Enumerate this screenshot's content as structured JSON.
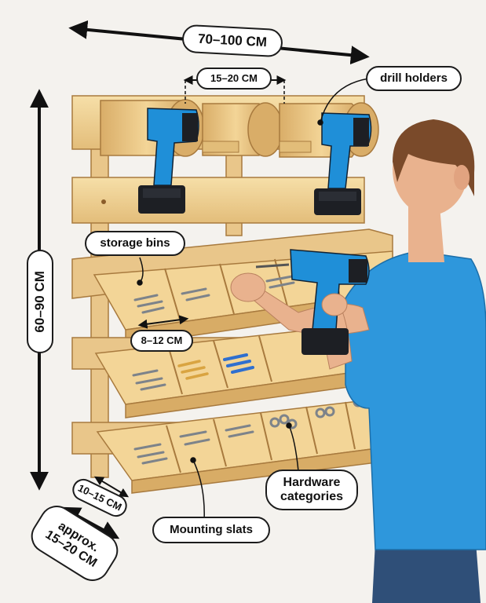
{
  "colors": {
    "background": "#f4f2ee",
    "wood_light": "#f1d79e",
    "wood_mid": "#e2bd79",
    "wood_dark": "#c99a57",
    "wood_edge": "#a87a3e",
    "drill_blue": "#1f8fd8",
    "drill_dark": "#1d1f24",
    "shirt_blue": "#2e97dc",
    "skin": "#e9b28e",
    "hair": "#7a4a2a",
    "jeans": "#2f4f78",
    "hardware_gray": "#9aa0a6",
    "anchor_blue": "#2f6fcf",
    "anchor_gold": "#d9a441"
  },
  "labels": {
    "overall_width": "70–100 CM",
    "holder_spacing": "15–20 CM",
    "drill_holders": "drill holders",
    "height": "60–90 CM",
    "storage_bins": "storage bins",
    "bin_width": "8–12 CM",
    "slat_depth": "10–15 CM",
    "depth_line1": "approx.",
    "depth_line2": "15–20 CM",
    "mounting_slats": "Mounting slats",
    "hardware_line1": "Hardware",
    "hardware_line2": "categories"
  },
  "icons": {
    "drill_left": "cordless-drill-icon",
    "drill_right": "cordless-drill-icon",
    "drill_in_hand": "cordless-drill-icon",
    "person": "person-icon"
  }
}
